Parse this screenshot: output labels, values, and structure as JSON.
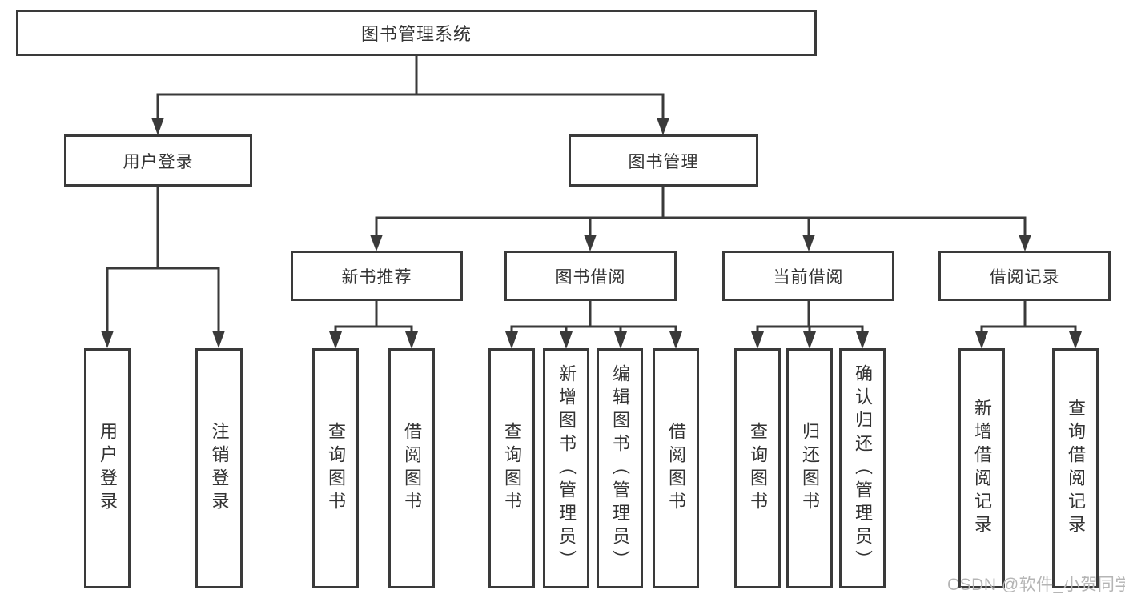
{
  "watermark": "CSDN @软件_小贺同学",
  "colors": {
    "line": "#3a3a3a",
    "box_border": "#3a3a3a",
    "box_fill": "#ffffff",
    "text": "#333333",
    "watermark": "#b5b5b5"
  },
  "tree": {
    "label": "图书管理系统",
    "children": [
      {
        "label": "用户登录",
        "children": [
          {
            "label": "用户登录"
          },
          {
            "label": "注销登录"
          }
        ]
      },
      {
        "label": "图书管理",
        "children": [
          {
            "label": "新书推荐",
            "children": [
              {
                "label": "查询图书"
              },
              {
                "label": "借阅图书"
              }
            ]
          },
          {
            "label": "图书借阅",
            "children": [
              {
                "label": "查询图书"
              },
              {
                "label": "新增图书（管理员）"
              },
              {
                "label": "编辑图书（管理员）"
              },
              {
                "label": "借阅图书"
              }
            ]
          },
          {
            "label": "当前借阅",
            "children": [
              {
                "label": "查询图书"
              },
              {
                "label": "归还图书"
              },
              {
                "label": "确认归还（管理员）"
              }
            ]
          },
          {
            "label": "借阅记录",
            "children": [
              {
                "label": "新增借阅记录"
              },
              {
                "label": "查询借阅记录"
              }
            ]
          }
        ]
      }
    ]
  }
}
